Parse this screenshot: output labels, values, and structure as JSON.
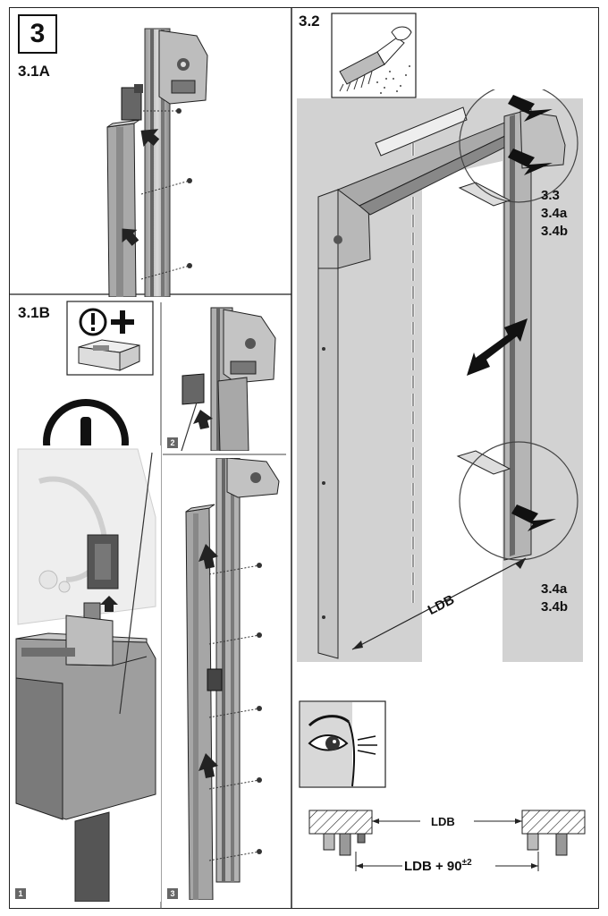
{
  "step_number": "3",
  "labels": {
    "s31a": "3.1A",
    "s31b": "3.1B",
    "s32": "3.2",
    "s33": "3.3",
    "s34a_top": "3.4a",
    "s34b_top": "3.4b",
    "s34a_bottom": "3.4a",
    "s34b_bottom": "3.4b",
    "ldb_diag": "LDB"
  },
  "sub_steps": {
    "one": "1",
    "two": "2",
    "three": "3"
  },
  "dimension": {
    "ldb": "LDB",
    "ldb_plus": "LDB + 90",
    "tolerance": "±2"
  }
}
